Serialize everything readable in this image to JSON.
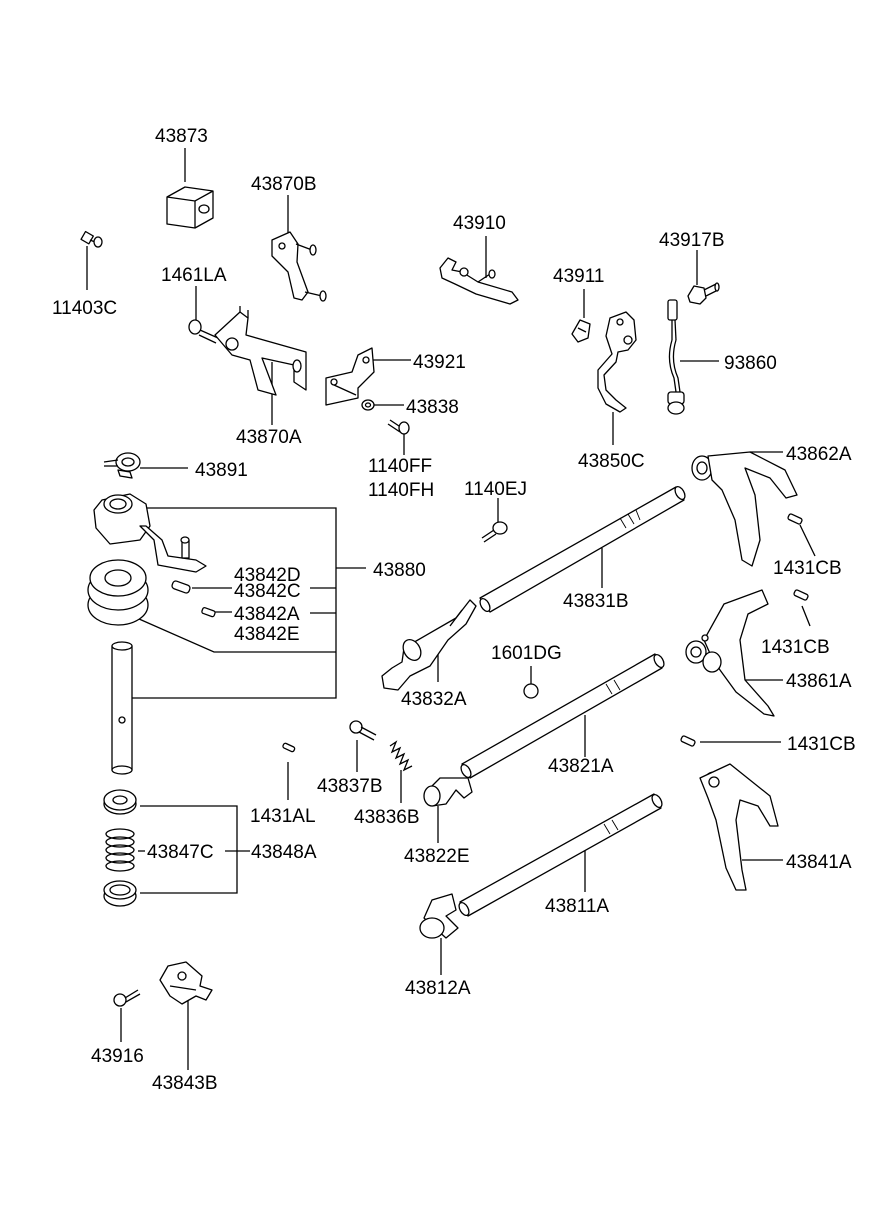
{
  "labels": {
    "p43873": "43873",
    "p43870B": "43870B",
    "p11403C": "11403C",
    "p1461LA": "1461LA",
    "p43870A": "43870A",
    "p43910": "43910",
    "p43921": "43921",
    "p43838": "43838",
    "p1140FF": "1140FF",
    "p1140FH": "1140FH",
    "p43911": "43911",
    "p43917B": "43917B",
    "p93860": "93860",
    "p43850C": "43850C",
    "p43862A": "43862A",
    "p43891": "43891",
    "p1140EJ": "1140EJ",
    "p1431CB_a": "1431CB",
    "p1431CB_b": "1431CB",
    "p1431CB_c": "1431CB",
    "p43880": "43880",
    "p43842D": "43842D",
    "p43842C": "43842C",
    "p43842A": "43842A",
    "p43842E": "43842E",
    "p43831B": "43831B",
    "p43832A": "43832A",
    "p1601DG": "1601DG",
    "p43861A": "43861A",
    "p43821A": "43821A",
    "p43837B": "43837B",
    "p43836B": "43836B",
    "p1431AL": "1431AL",
    "p43822E": "43822E",
    "p43847C": "43847C",
    "p43848A": "43848A",
    "p43841A": "43841A",
    "p43811A": "43811A",
    "p43812A": "43812A",
    "p43916": "43916",
    "p43843B": "43843B"
  }
}
